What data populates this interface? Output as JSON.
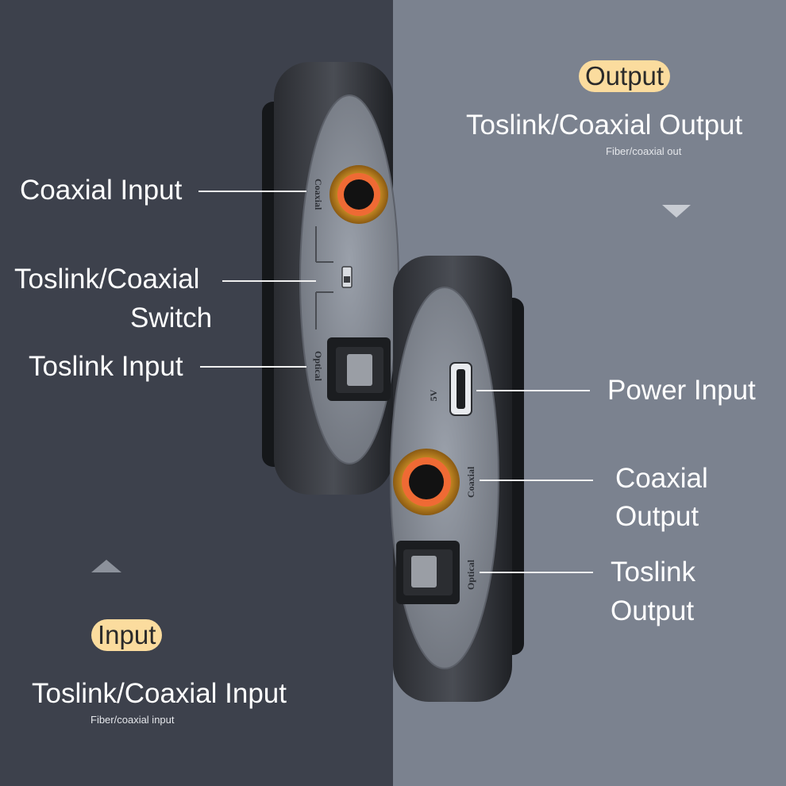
{
  "input_section": {
    "tag": "Input",
    "title": "Toslink/Coaxial Input",
    "subtitle": "Fiber/coaxial input"
  },
  "output_section": {
    "tag": "Output",
    "title": "Toslink/Coaxial Output",
    "subtitle": "Fiber/coaxial out"
  },
  "callouts": {
    "coaxial_input": "Coaxial Input",
    "switch_line1": "Toslink/Coaxial",
    "switch_line2": "Switch",
    "toslink_input": "Toslink Input",
    "power_input": "Power Input",
    "coaxial_output_line1": "Coaxial",
    "coaxial_output_line2": "Output",
    "toslink_output_line1": "Toslink",
    "toslink_output_line2": "Output"
  },
  "device_labels": {
    "coaxial_top": "Coaxial",
    "optical_top": "Optical",
    "power": "5V",
    "coaxial_bottom": "Coaxial",
    "optical_bottom": "Optical"
  },
  "colors": {
    "left_bg": "#3d414c",
    "right_bg": "#7b828f",
    "tag_bg": "#fbdc9e"
  }
}
